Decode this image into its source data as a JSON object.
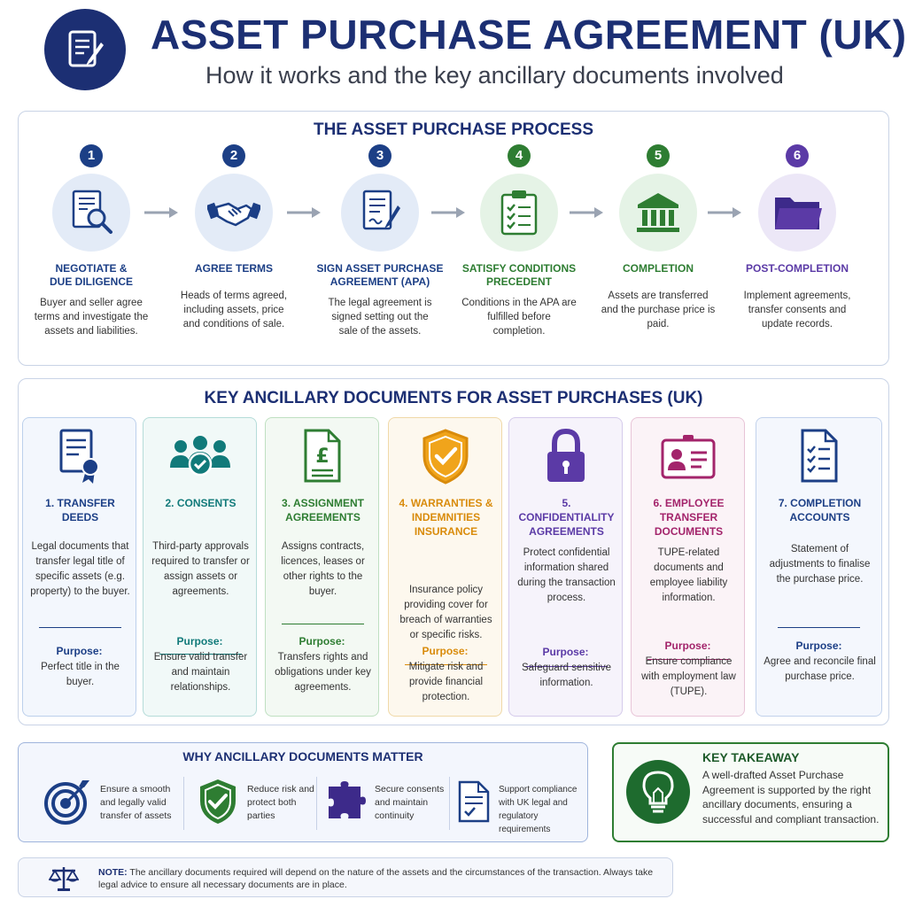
{
  "header": {
    "title": "ASSET PURCHASE AGREEMENT (UK)",
    "subtitle": "How it works and the key ancillary documents involved",
    "logo_icon": "document-pen-icon"
  },
  "process": {
    "title": "THE ASSET PURCHASE PROCESS",
    "steps": [
      {
        "num": "1",
        "title": "NEGOTIATE &\nDUE DILIGENCE",
        "desc": "Buyer and seller agree terms and investigate the assets and liabilities.",
        "color": "#1c3f86",
        "bg": "#e3ebf7",
        "icon": "document-search-icon"
      },
      {
        "num": "2",
        "title": "AGREE TERMS",
        "desc": "Heads of terms agreed, including assets, price and conditions of sale.",
        "color": "#1c3f86",
        "bg": "#e3ebf7",
        "icon": "handshake-icon"
      },
      {
        "num": "3",
        "title": "SIGN ASSET PURCHASE AGREEMENT (APA)",
        "desc": "The legal agreement is signed setting out the sale of the assets.",
        "color": "#1c3f86",
        "bg": "#e3ebf7",
        "icon": "sign-document-icon"
      },
      {
        "num": "4",
        "title": "SATISFY CONDITIONS PRECEDENT",
        "desc": "Conditions in the APA are fulfilled before completion.",
        "color": "#2e7d32",
        "bg": "#e5f3e6",
        "icon": "checklist-icon"
      },
      {
        "num": "5",
        "title": "COMPLETION",
        "desc": "Assets are transferred and the purchase price is paid.",
        "color": "#2e7d32",
        "bg": "#e5f3e6",
        "icon": "bank-icon"
      },
      {
        "num": "6",
        "title": "POST-COMPLETION",
        "desc": "Implement agreements, transfer consents and update records.",
        "color": "#5b3aa6",
        "bg": "#ece7f7",
        "icon": "folder-icon"
      }
    ]
  },
  "documents": {
    "title": "KEY ANCILLARY DOCUMENTS FOR ASSET PURCHASES (UK)",
    "purpose_label": "Purpose:",
    "items": [
      {
        "title": "1. TRANSFER DEEDS",
        "desc": "Legal documents that transfer legal title of specific assets (e.g. property) to the buyer.",
        "purpose": "Perfect title in the buyer.",
        "color": "#1c3f86",
        "border": "#bcd0ec",
        "bg": "#f3f7fd",
        "icon": "deed-certificate-icon"
      },
      {
        "title": "2. CONSENTS",
        "desc": "Third-party approvals required to transfer or assign assets or agreements.",
        "purpose": "Ensure valid transfer and maintain relationships.",
        "color": "#117a7a",
        "border": "#b5dcd9",
        "bg": "#f1f9f8",
        "icon": "group-check-icon"
      },
      {
        "title": "3. ASSIGNMENT AGREEMENTS",
        "desc": "Assigns contracts, licences, leases or other rights to the buyer.",
        "purpose": "Transfers rights and obligations under key agreements.",
        "color": "#2e7d32",
        "border": "#bfe0c1",
        "bg": "#f3f9f3",
        "icon": "pound-document-icon"
      },
      {
        "title": "4. WARRANTIES & INDEMNITIES INSURANCE",
        "desc": "Insurance policy providing cover for breach of warranties or specific risks.",
        "purpose": "Mitigate risk and provide financial protection.",
        "color": "#d98b0b",
        "border": "#f0d9a8",
        "bg": "#fdf8ee",
        "icon": "shield-check-icon"
      },
      {
        "title": "5. CONFIDENTIALITY AGREEMENTS",
        "desc": "Protect confidential information shared during the transaction process.",
        "purpose": "Safeguard sensitive information.",
        "color": "#5b3aa6",
        "border": "#d5cbeb",
        "bg": "#f6f3fb",
        "icon": "padlock-icon"
      },
      {
        "title": "6. EMPLOYEE TRANSFER DOCUMENTS",
        "desc": "TUPE-related documents and employee liability information.",
        "purpose": "Ensure compliance with employment law (TUPE).",
        "color": "#a3246b",
        "border": "#e8c4d7",
        "bg": "#fbf3f7",
        "icon": "id-badge-icon"
      },
      {
        "title": "7. COMPLETION ACCOUNTS",
        "desc": "Statement of adjustments to finalise the purchase price.",
        "purpose": "Agree and reconcile final purchase price.",
        "color": "#1c3f86",
        "border": "#c2d2ec",
        "bg": "#f4f7fd",
        "icon": "checklist-document-icon"
      }
    ]
  },
  "why": {
    "title": "WHY ANCILLARY DOCUMENTS MATTER",
    "items": [
      {
        "text": "Ensure a smooth and legally valid transfer of assets",
        "icon": "target-icon"
      },
      {
        "text": "Reduce risk and protect both parties",
        "icon": "shield-icon"
      },
      {
        "text": "Secure consents and maintain continuity",
        "icon": "puzzle-icon"
      },
      {
        "text": "Support compliance with UK legal and regulatory requirements",
        "icon": "compliance-document-icon"
      }
    ]
  },
  "takeaway": {
    "title": "KEY TAKEAWAY",
    "text": "A well-drafted Asset Purchase Agreement is supported by the right ancillary documents, ensuring a successful and compliant transaction.",
    "icon": "lightbulb-icon"
  },
  "note": {
    "label": "NOTE:",
    "text": "The ancillary documents required will depend on the nature of the assets and the circumstances of the transaction. Always take legal advice to ensure all necessary documents are in place.",
    "icon": "scales-icon"
  }
}
